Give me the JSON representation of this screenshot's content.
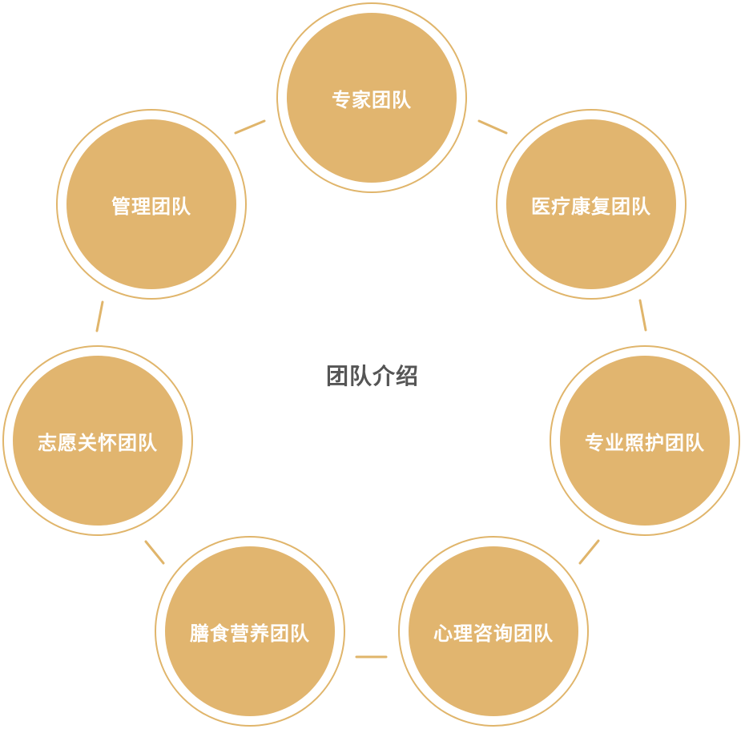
{
  "center_title": "团队介绍",
  "colors": {
    "node_fill": "#e1b56f",
    "node_ring": "#e0b56b",
    "label": "#ffffff",
    "title": "#555555"
  },
  "teams": [
    {
      "id": "expert",
      "label": "专家团队"
    },
    {
      "id": "rehab",
      "label": "医疗康复团队"
    },
    {
      "id": "nursing",
      "label": "专业照护团队"
    },
    {
      "id": "psych",
      "label": "心理咨询团队"
    },
    {
      "id": "nutrition",
      "label": "膳食营养团队"
    },
    {
      "id": "volunteer",
      "label": "志愿关怀团队"
    },
    {
      "id": "management",
      "label": "管理团队"
    }
  ]
}
